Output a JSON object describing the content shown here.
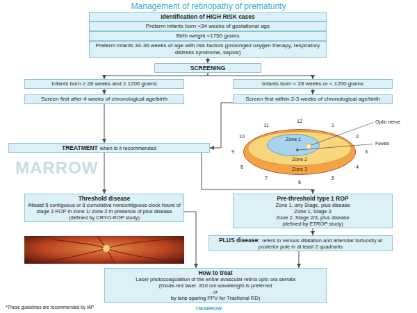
{
  "diagram": {
    "title": "Management of retinopathy of prematurity",
    "nodes": [
      {
        "text": [
          "Identification of HIGH RISK cases"
        ]
      },
      {
        "text": [
          "Preterm infants born <34 weeks of gestational age"
        ]
      },
      {
        "text": [
          "Birth weight <1750 grams"
        ]
      },
      {
        "text": [
          "Preterm infants 34-36 weeks of age with risk factors (prolonged oxygen therapy, respiratory distress syndrome, sepsis)"
        ]
      },
      {
        "text": [
          "SCREENING"
        ]
      },
      {
        "text": [
          "Infants born ≥ 28 weeks and ≥ 1200 grams"
        ]
      },
      {
        "text": [
          "Infants born < 28 weeks or < 1200 grams"
        ]
      },
      {
        "text": [
          "Screen first after 4 weeks of chronological age/birth"
        ]
      },
      {
        "text": [
          "Screen first within 2-3 weeks of chronological age/birth"
        ]
      },
      {
        "text": [
          "TREATMENT",
          "when is it recommended"
        ]
      },
      {
        "text": [
          "Zone 3"
        ]
      },
      {
        "text": [
          "Zone 2"
        ],
        "in": 10
      },
      {
        "text": [
          "Zone 1"
        ],
        "in": 11
      },
      {
        "text": [
          "Threshold disease",
          "Atleast 5 contiguous or 8 cumulative noncontiguous clock hours of stage 3 ROP in zone 1/ zone 2 in presence of plus disease",
          "(defined by CRYO-ROP study)"
        ]
      },
      {
        "text": [
          "Pre-threshold type 1 ROP",
          "Zone 1, any Stage, plus disease",
          "Zone 1, Stage 3",
          "Zone 2, Stage 2/3, plus disease",
          "(defined by ETROP study)"
        ]
      },
      {
        "text": [
          "PLUS disease:",
          "refers to venous dilatation and arteriolar tortuosity at posterior pole in at least 2 quadrants"
        ]
      },
      {
        "text": [
          "How to treat",
          "Laser photocoagulation of the entire avascular retina upto ora serrata",
          "(Diode-red laser: 810 nm wavelength is preferred",
          "or",
          "by lens sparing PPV for Tractional RD)"
        ]
      }
    ],
    "edges": [
      {
        "from": 3,
        "to": 4,
        "arrow": "to"
      },
      {
        "from": 4,
        "to": 5,
        "arrow": "to"
      },
      {
        "from": 4,
        "to": 6,
        "arrow": "to"
      },
      {
        "from": 5,
        "to": 7,
        "arrow": "to"
      },
      {
        "from": 6,
        "to": 8,
        "arrow": "to"
      },
      {
        "from": 7,
        "to": 9,
        "arrow": "to"
      },
      {
        "from": 8,
        "to": 9,
        "arrow": "to"
      },
      {
        "from": 9,
        "to": 13,
        "arrow": "to"
      },
      {
        "from": 9,
        "to": 14,
        "arrow": "to"
      },
      {
        "from": 14,
        "to": 15,
        "arrow": "to"
      },
      {
        "from": 13,
        "to": 16,
        "arrow": "to"
      },
      {
        "from": 15,
        "to": 16,
        "arrow": "to"
      }
    ],
    "labels": [
      "MARROW",
      "12",
      "1",
      "2",
      "3",
      "4",
      "5",
      "6",
      "7",
      "8",
      "9",
      "10",
      "11",
      "Optic nerve",
      "Fovea",
      "*These guidelines are recommended by IAP",
      "©MARROW"
    ]
  }
}
